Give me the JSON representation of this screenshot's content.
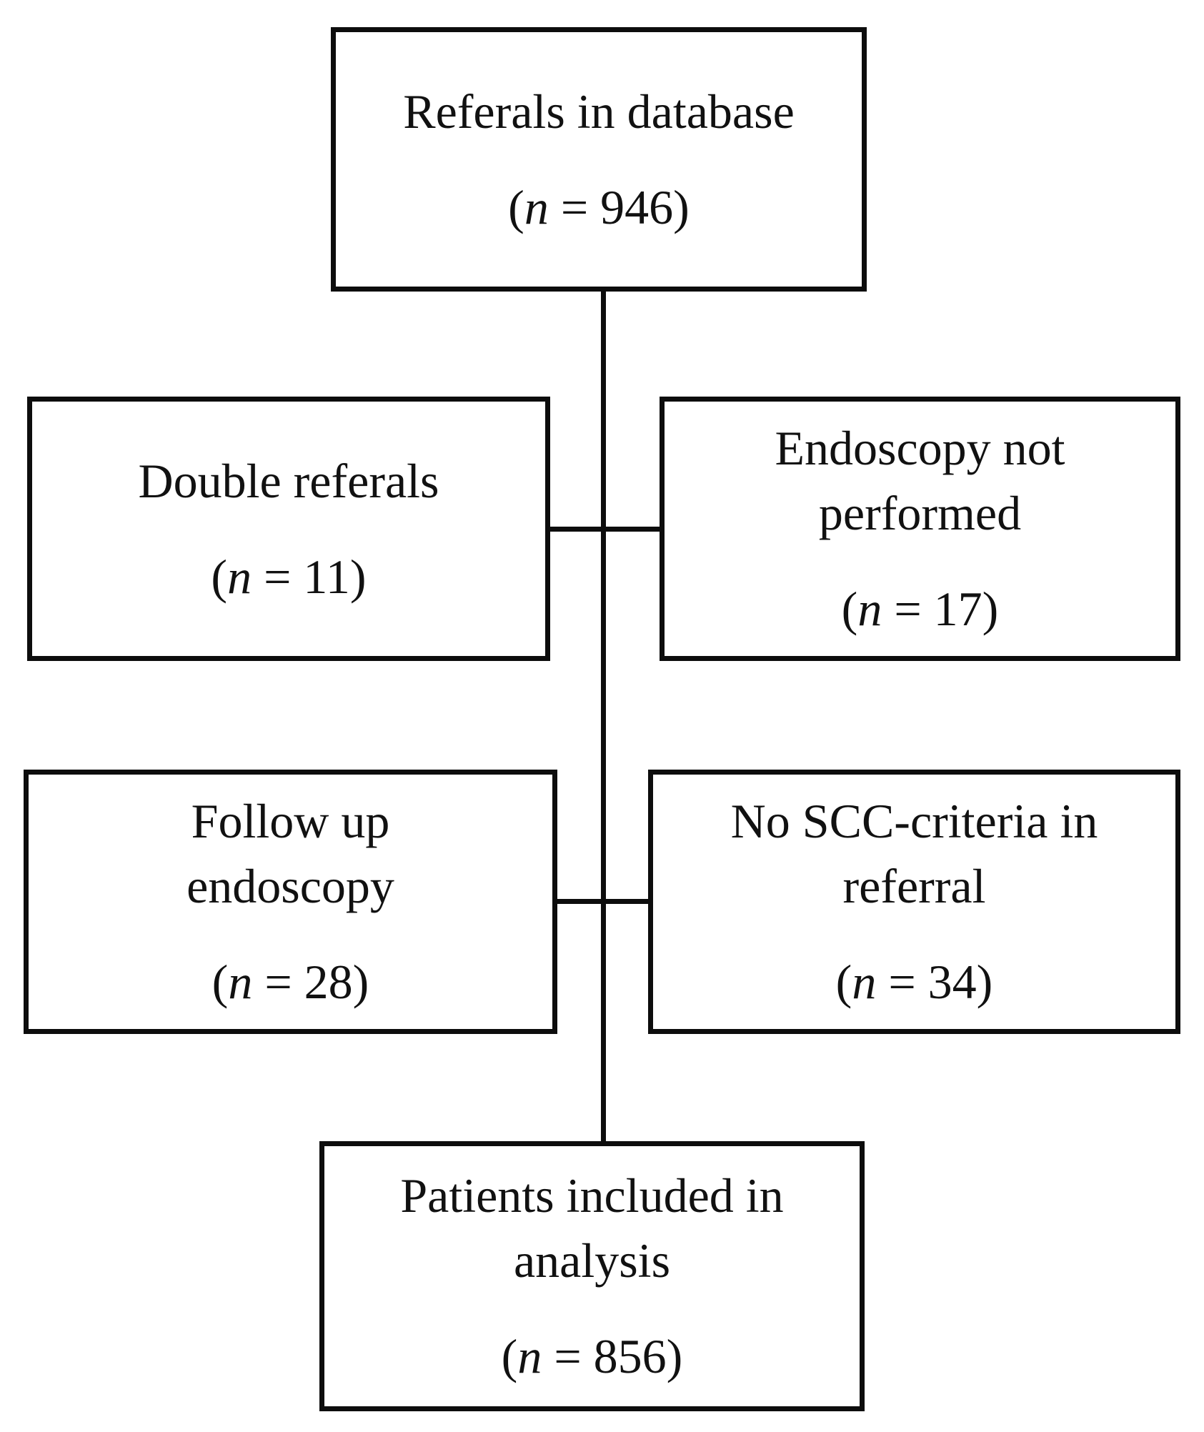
{
  "style": {
    "stroke_color": "#0d0d0d",
    "text_color": "#111111",
    "background": "#ffffff"
  },
  "boxes": {
    "top": {
      "line1": "Referals in database",
      "line2": "",
      "n_open": "(",
      "n_var": "n",
      "n_rest": " = 946)"
    },
    "row1_left": {
      "line1": "Double referals",
      "line2": "",
      "n_open": "(",
      "n_var": "n",
      "n_rest": " = 11)"
    },
    "row1_right": {
      "line1": "Endoscopy not",
      "line2": "performed",
      "n_open": "(",
      "n_var": "n",
      "n_rest": " = 17)"
    },
    "row2_left": {
      "line1": "Follow up",
      "line2": "endoscopy",
      "n_open": "(",
      "n_var": "n",
      "n_rest": " = 28)"
    },
    "row2_right": {
      "line1": "No SCC-criteria in",
      "line2": "referral",
      "n_open": "(",
      "n_var": "n",
      "n_rest": " = 34)"
    },
    "bottom": {
      "line1": "Patients included in",
      "line2": "analysis",
      "n_open": "(",
      "n_var": "n",
      "n_rest": " = 856)"
    }
  },
  "flow": {
    "source": "Referals in database (n = 946)",
    "excluded": [
      "Double referals (n = 11)",
      "Endoscopy not performed (n = 17)",
      "Follow up endoscopy (n = 28)",
      "No SCC-criteria in referral (n = 34)"
    ],
    "result": "Patients included in analysis (n = 856)"
  }
}
